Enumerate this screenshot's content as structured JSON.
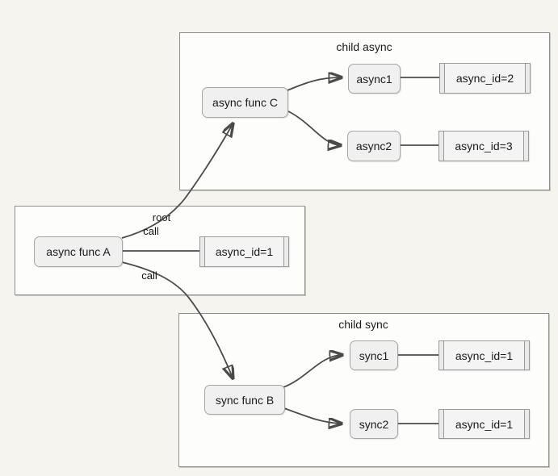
{
  "diagram": {
    "clusters": {
      "root": {
        "label": "root"
      },
      "child_async": {
        "label": "child async"
      },
      "child_sync": {
        "label": "child sync"
      }
    },
    "nodes": {
      "async_func_a": {
        "label": "async func A"
      },
      "async_func_c": {
        "label": "async func C"
      },
      "sync_func_b": {
        "label": "sync func B"
      },
      "async1": {
        "label": "async1"
      },
      "async2": {
        "label": "async2"
      },
      "sync1": {
        "label": "sync1"
      },
      "sync2": {
        "label": "sync2"
      },
      "root_record": {
        "label": "async_id=1"
      },
      "async1_record": {
        "label": "async_id=2"
      },
      "async2_record": {
        "label": "async_id=3"
      },
      "sync1_record": {
        "label": "async_id=1"
      },
      "sync2_record": {
        "label": "async_id=1"
      }
    },
    "edge_labels": {
      "call_to_c": "call",
      "call_to_b": "call"
    },
    "colors": {
      "background": "#f6f4ee",
      "cluster_fill": "#fdfdfc",
      "cluster_border": "#8f8f8f",
      "node_fill": "#f0f0f0",
      "node_border": "#a6a6a6",
      "edge": "#4b4b4b",
      "arrowhead": "#1c1c1c",
      "text": "#1a1a1a"
    }
  }
}
